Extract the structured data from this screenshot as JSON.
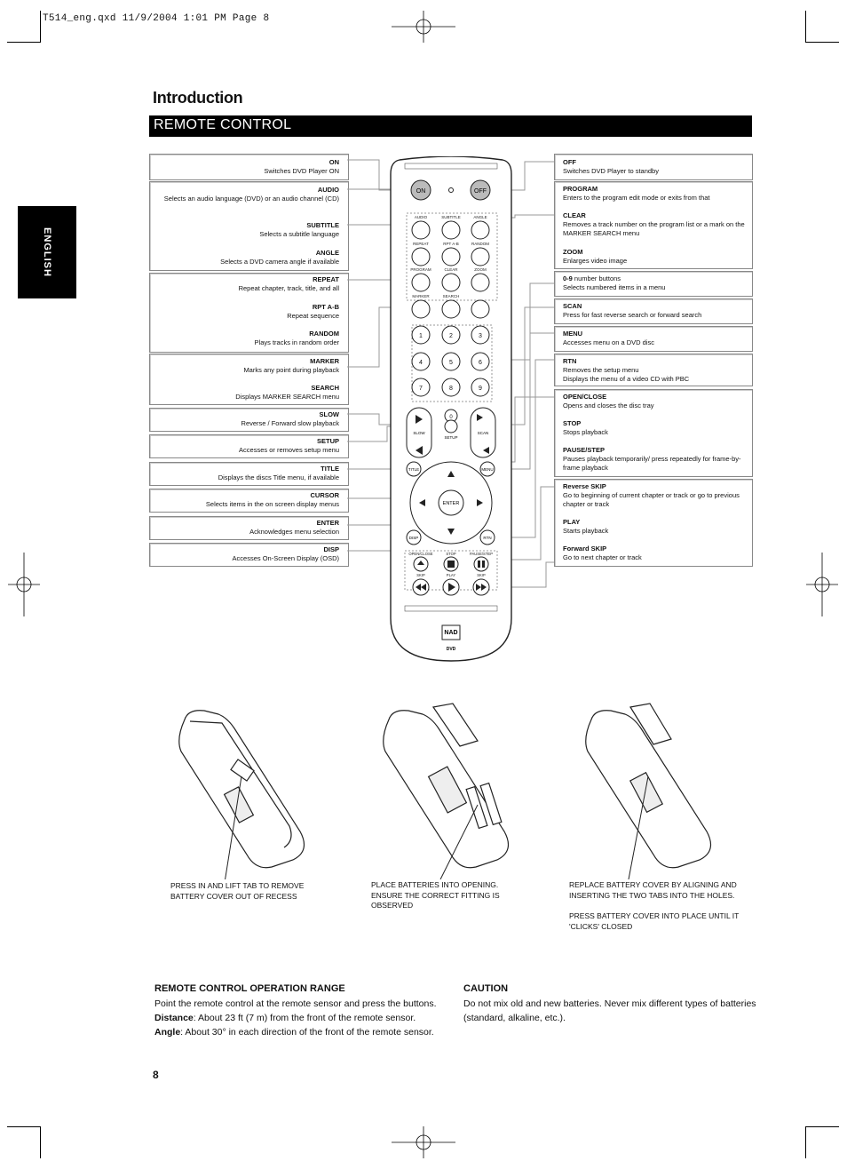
{
  "file_header": "T514_eng.qxd  11/9/2004  1:01 PM  Page 8",
  "intro_title": "Introduction",
  "section_title": "REMOTE CONTROL",
  "language_tab": "ENGLISH",
  "left_boxes": [
    {
      "entries": [
        {
          "title": "ON",
          "desc": "Switches DVD Player ON"
        }
      ]
    },
    {
      "entries": [
        {
          "title": "AUDIO",
          "desc": "Selects an audio language (DVD) or an audio channel (CD)"
        },
        {
          "title": "SUBTITLE",
          "desc": "Selects a subtitle language"
        },
        {
          "title": "ANGLE",
          "desc": "Selects a DVD camera angle if available"
        }
      ]
    },
    {
      "entries": [
        {
          "title": "REPEAT",
          "desc": "Repeat chapter, track, title, and all"
        },
        {
          "title": "RPT A-B",
          "desc": "Repeat sequence"
        },
        {
          "title": "RANDOM",
          "desc": "Plays tracks in random order"
        }
      ]
    },
    {
      "entries": [
        {
          "title": "MARKER",
          "desc": "Marks any point during playback"
        },
        {
          "title": "SEARCH",
          "desc": "Displays MARKER SEARCH menu"
        }
      ]
    },
    {
      "entries": [
        {
          "title": "SLOW",
          "desc": "Reverse / Forward slow playback"
        }
      ]
    },
    {
      "entries": [
        {
          "title": "SETUP",
          "desc": "Accesses or removes setup menu"
        }
      ]
    },
    {
      "entries": [
        {
          "title": "TITLE",
          "desc": "Displays the discs Title menu, if available"
        }
      ]
    },
    {
      "entries": [
        {
          "title": "CURSOR",
          "desc": "Selects items in the on screen display menus"
        }
      ]
    },
    {
      "entries": [
        {
          "title": "ENTER",
          "desc": "Acknowledges menu selection"
        }
      ]
    },
    {
      "entries": [
        {
          "title": "DISP",
          "desc": "Accesses On-Screen Display (OSD)"
        }
      ]
    }
  ],
  "right_boxes": [
    {
      "entries": [
        {
          "title": "OFF",
          "desc": "Switches DVD Player to standby"
        }
      ]
    },
    {
      "entries": [
        {
          "title": "PROGRAM",
          "desc": "Enters to the program edit mode or exits from that"
        },
        {
          "title": "CLEAR",
          "desc": "Removes a track number on the program list or a mark on the MARKER SEARCH menu"
        },
        {
          "title": "ZOOM",
          "desc": "Enlarges video image"
        }
      ]
    },
    {
      "entries": [
        {
          "title": "0-9",
          "title_suffix": " number buttons",
          "desc": "Selects numbered items in a menu"
        }
      ]
    },
    {
      "entries": [
        {
          "title": "SCAN",
          "desc": "Press for fast reverse search or forward search"
        }
      ]
    },
    {
      "entries": [
        {
          "title": "MENU",
          "desc": "Accesses menu on a DVD disc"
        }
      ]
    },
    {
      "entries": [
        {
          "title": "RTN",
          "desc": "Removes the setup menu\nDisplays the menu of a video CD with PBC"
        }
      ]
    },
    {
      "entries": [
        {
          "title": "OPEN/CLOSE",
          "desc": "Opens and closes the disc tray"
        },
        {
          "title": "STOP",
          "desc": "Stops playback"
        },
        {
          "title": "PAUSE/STEP",
          "desc": "Pauses playback temporarily/ press repeatedly for frame-by-frame playback"
        }
      ]
    },
    {
      "entries": [
        {
          "title": "Reverse SKIP",
          "desc": "Go to beginning of current chapter or track or go to previous chapter or track"
        },
        {
          "title": "PLAY",
          "desc": "Starts playback"
        },
        {
          "title": "Forward SKIP",
          "desc": "Go to next chapter or track"
        }
      ]
    }
  ],
  "remote": {
    "on": "ON",
    "off": "OFF",
    "row1": [
      "AUDIO",
      "SUBTITLE",
      "ANGLE"
    ],
    "row2": [
      "REPEAT",
      "RPT A-B",
      "RANDOM"
    ],
    "row3": [
      "PROGRAM",
      "CLEAR",
      "ZOOM"
    ],
    "row4": [
      "MARKER",
      "SEARCH"
    ],
    "digits": [
      "1",
      "2",
      "3",
      "4",
      "5",
      "6",
      "7",
      "8",
      "9",
      "0"
    ],
    "slow": "SLOW",
    "scan": "SCAN",
    "setup": "SETUP",
    "title": "TITLE",
    "menu": "MENU",
    "enter": "ENTER",
    "disp": "DISP",
    "rtn": "RTN",
    "transport_top": [
      "OPEN/CLOSE",
      "STOP",
      "PAUSE/STEP"
    ],
    "transport_bottom": [
      "SKIP",
      "PLAY",
      "SKIP"
    ],
    "brand": "NAD",
    "model": "DVD"
  },
  "captions": [
    "PRESS IN AND LIFT TAB TO REMOVE BATTERY COVER OUT OF RECESS",
    "PLACE BATTERIES INTO OPENING. ENSURE THE CORRECT FITTING IS OBSERVED",
    "REPLACE BATTERY COVER BY ALIGNING AND INSERTING THE TWO TABS INTO THE HOLES.",
    "PRESS BATTERY COVER INTO PLACE UNTIL IT 'CLICKS' CLOSED"
  ],
  "range": {
    "heading": "REMOTE CONTROL OPERATION RANGE",
    "line1": "Point the remote control at the remote sensor and press the buttons.",
    "distance_label": "Distance",
    "distance_text": ": About 23 ft (7 m) from the front of the remote sensor.",
    "angle_label": "Angle",
    "angle_text": ": About 30° in each direction of the front of the remote sensor."
  },
  "caution": {
    "heading": "CAUTION",
    "text": "Do not mix old and new batteries. Never mix different types of batteries (standard, alkaline, etc.)."
  },
  "page_number": "8"
}
